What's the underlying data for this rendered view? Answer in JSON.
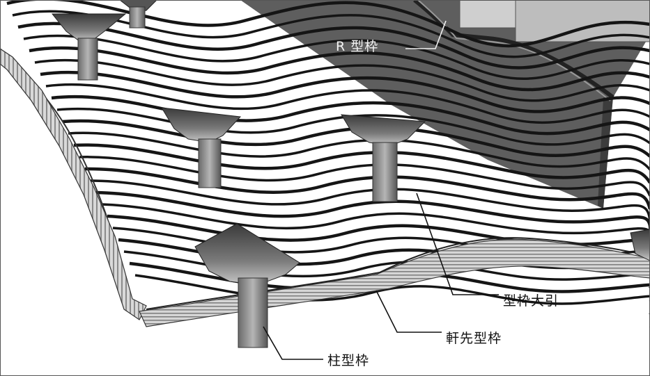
{
  "labels": {
    "r_formwork": "R 型枠",
    "main_beam_formwork": "型枠大引",
    "eave_formwork": "軒先型枠",
    "column_formwork": "柱型枠"
  },
  "colors": {
    "background": "#ffffff",
    "plane": "#5c5c5c",
    "curve_line": "#151515",
    "structure": "#8a8a8a",
    "leader": "#111111"
  }
}
